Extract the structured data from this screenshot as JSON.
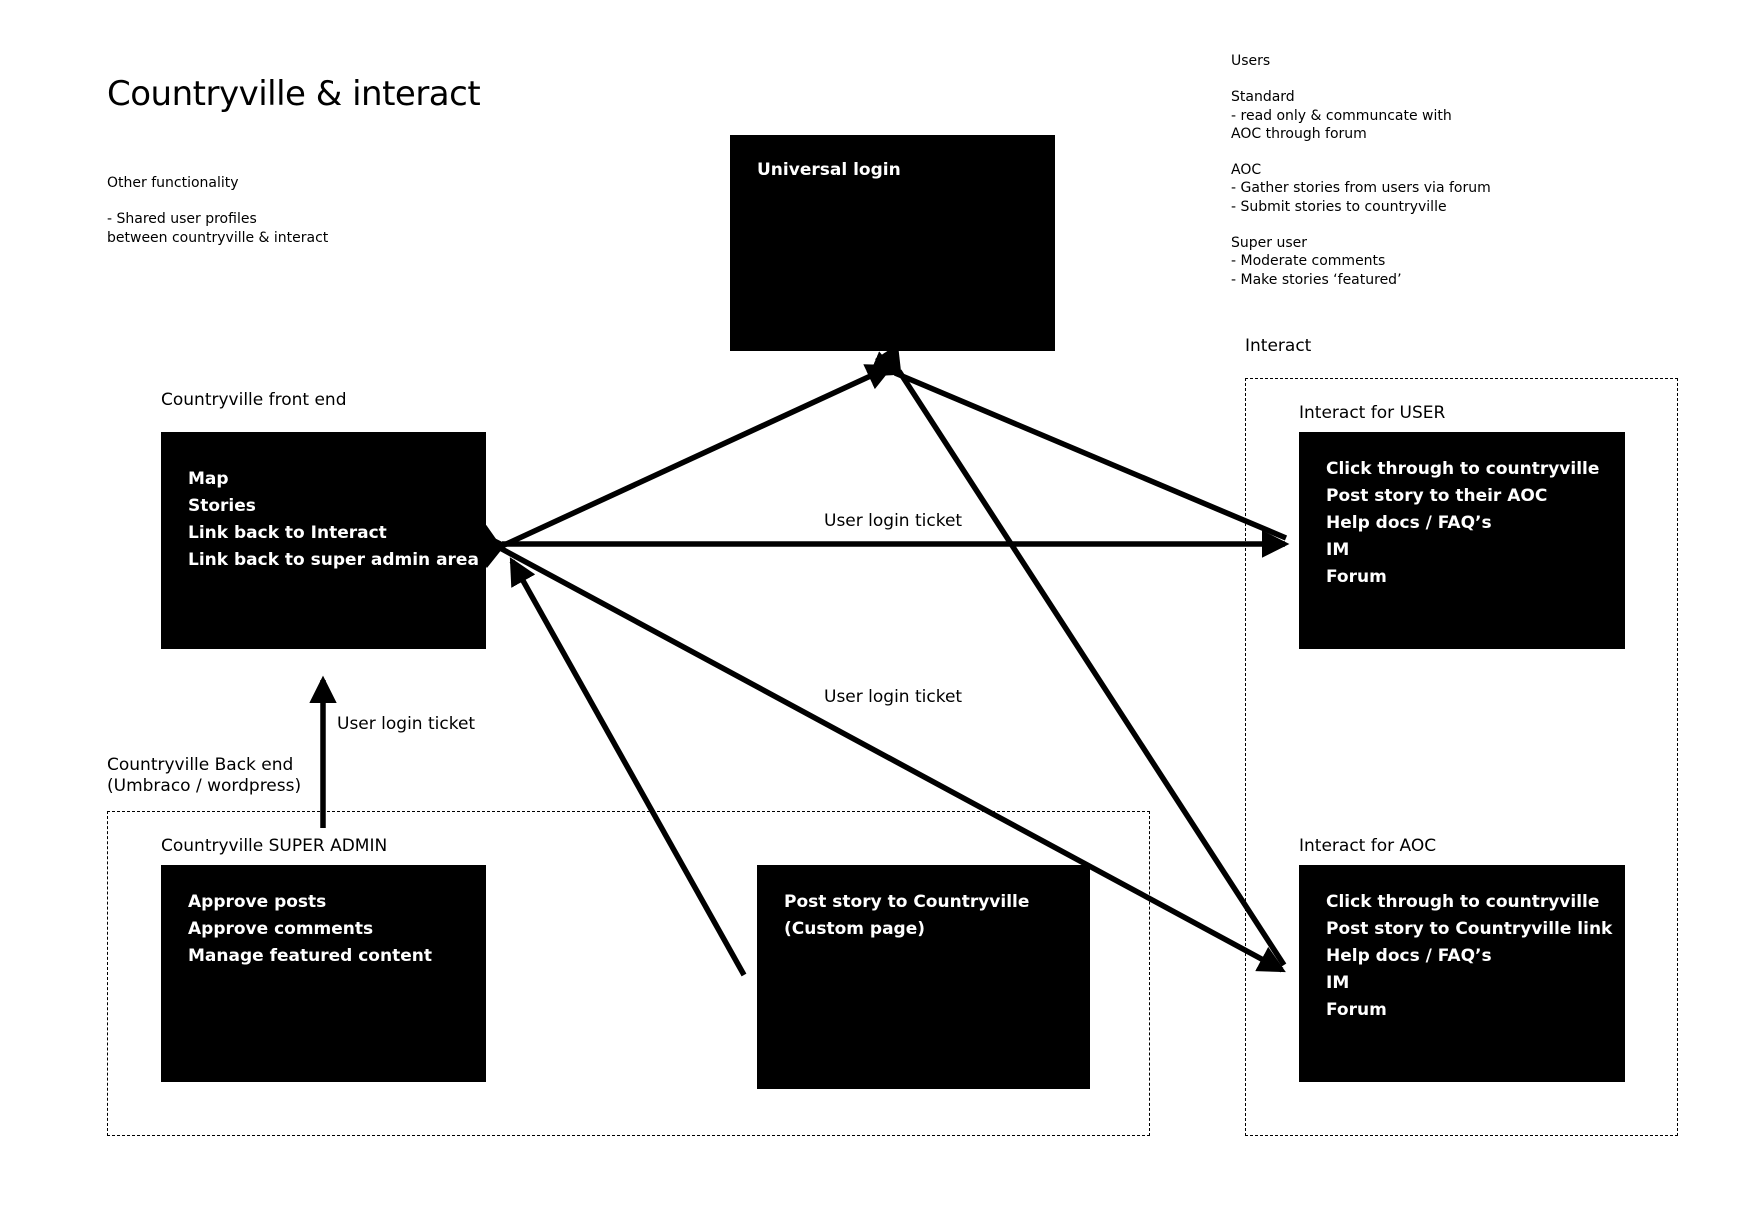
{
  "title": "Countryville & interact",
  "other_functionality": {
    "heading": "Other functionality",
    "lines": [
      "- Shared user profiles",
      "between countryville & interact"
    ]
  },
  "users_notes": {
    "heading": "Users",
    "standard": {
      "title": "Standard",
      "lines": [
        "- read only & communcate with",
        "AOC through forum"
      ]
    },
    "aoc": {
      "title": "AOC",
      "lines": [
        "- Gather stories from users via forum",
        "- Submit stories to countryville"
      ]
    },
    "super_user": {
      "title": "Super user",
      "lines": [
        "- Moderate comments",
        "- Make stories ‘featured’"
      ]
    }
  },
  "universal_login": {
    "title": "Universal login"
  },
  "front_end": {
    "label": "Countryville front end",
    "items": [
      "Map",
      "Stories",
      "Link back to Interact",
      "Link back to super admin area"
    ]
  },
  "back_end": {
    "label_line1": "Countryville Back end",
    "label_line2": "(Umbraco / wordpress)",
    "super_admin": {
      "label": "Countryville SUPER ADMIN",
      "items": [
        "Approve posts",
        "Approve comments",
        "Manage featured content"
      ]
    },
    "post_story": {
      "items": [
        "Post story to Countryville",
        "(Custom page)"
      ]
    }
  },
  "interact": {
    "label": "Interact",
    "for_user": {
      "label": "Interact for USER",
      "items": [
        "Click through to countryville",
        "Post story to their AOC",
        "Help docs / FAQ’s",
        "IM",
        "Forum"
      ]
    },
    "for_aoc": {
      "label": "Interact for AOC",
      "items": [
        "Click through to countryville",
        "Post story to Countryville link",
        "Help docs / FAQ’s",
        "IM",
        "Forum"
      ]
    }
  },
  "connector_labels": {
    "top": "User login ticket",
    "middle": "User login ticket",
    "vertical": "User login ticket"
  }
}
